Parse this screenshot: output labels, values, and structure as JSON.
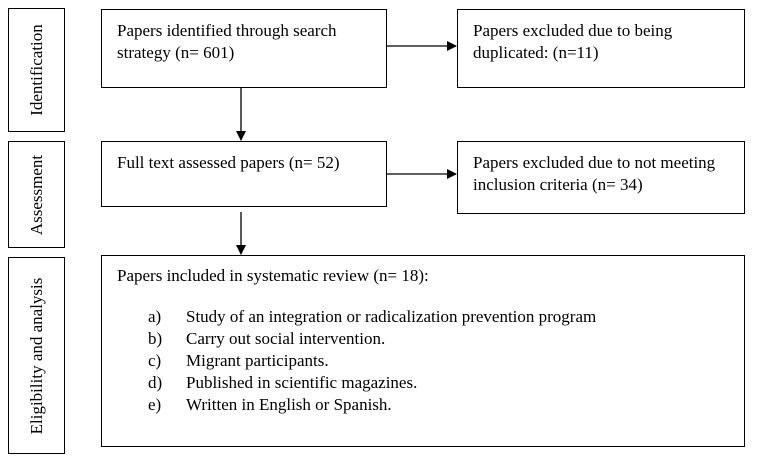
{
  "stages": {
    "identification": "Identification",
    "assessment": "Assessment",
    "eligibility": "Eligibility and analysis"
  },
  "boxes": {
    "identified": "Papers identified through search strategy (n= 601)",
    "duplicated": "Papers excluded due to being duplicated: (n=11)",
    "assessed": "Full text assessed papers (n= 52)",
    "not_meeting": "Papers excluded due to not meeting inclusion criteria (n= 34)",
    "included": "Papers included in systematic review (n= 18):"
  },
  "criteria": [
    {
      "letter": "a)",
      "text": "Study of an integration or radicalization prevention program"
    },
    {
      "letter": "b)",
      "text": "Carry out social intervention."
    },
    {
      "letter": "c)",
      "text": "Migrant participants."
    },
    {
      "letter": "d)",
      "text": "Published in scientific magazines."
    },
    {
      "letter": "e)",
      "text": "Written in English or Spanish."
    }
  ]
}
